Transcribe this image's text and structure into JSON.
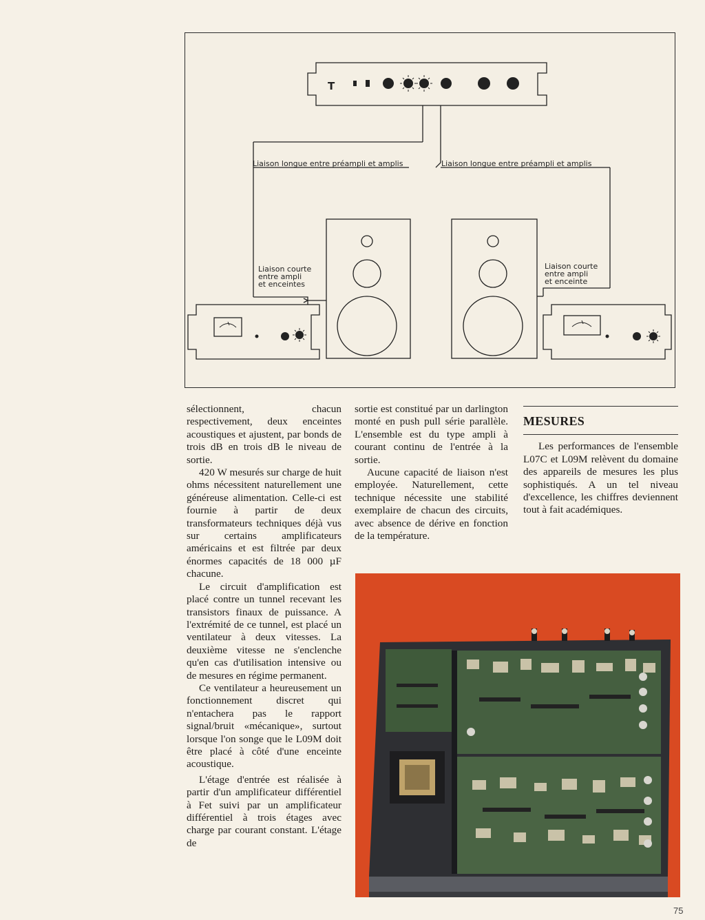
{
  "diagram": {
    "label_long_left": "Liaison longue entre préampli et amplis",
    "label_long_right": "Liaison longue entre préampli et amplis",
    "label_short_left": [
      "Liaison courte",
      "entre ampli",
      "et enceintes"
    ],
    "label_short_right": [
      "Liaison courte",
      "entre ampli",
      "et enceinte"
    ],
    "preamp_letter": "T"
  },
  "column1": {
    "paragraphs": [
      "sélectionnent, chacun respectivement, deux enceintes acoustiques et ajustent, par bonds de trois dB en trois dB le niveau de sortie.",
      "420 W mesurés sur charge de huit ohms nécessitent naturellement une généreuse alimentation. Celle-ci est fournie à partir de deux transformateurs techniques déjà vus sur certains amplificateurs américains et est filtrée par deux énormes capacités de 18 000 µF chacune.",
      "Le circuit d'amplification est placé contre un tunnel recevant les transistors finaux de puissance. A l'extrémité de ce tunnel, est placé un ventilateur à deux vitesses. La deuxième vitesse ne s'enclenche qu'en cas d'utilisation intensive ou de mesures en régime permanent.",
      "Ce ventilateur a heureusement un fonctionnement discret qui n'entachera pas le rapport signal/bruit «mécanique», surtout lorsque l'on songe que le L09M doit être placé à côté d'une enceinte acoustique.",
      "L'étage d'entrée est réalisée à partir d'un amplificateur différentiel à Fet suivi par un amplificateur différentiel à trois étages avec charge par courant constant. L'étage de"
    ]
  },
  "column2": {
    "paragraphs": [
      "sortie est constitué par un darlington monté en push pull série parallèle. L'ensemble est du type ampli à courant continu de l'entrée à la sortie.",
      "Aucune capacité de liaison n'est employée. Naturellement, cette technique nécessite une stabilité exemplaire de chacun des circuits, avec absence de dérive en fonction de la température."
    ]
  },
  "column3": {
    "heading": "MESURES",
    "paragraph": "Les performances de l'ensemble L07C et L09M relèvent du domaine des appareils de mesures les plus sophistiqués. A un tel niveau d'excellence, les chiffres deviennent tout à fait académiques."
  },
  "photo": {
    "background_color": "#d94a22",
    "board_color": "#3f5a3a"
  },
  "page_number": "75"
}
